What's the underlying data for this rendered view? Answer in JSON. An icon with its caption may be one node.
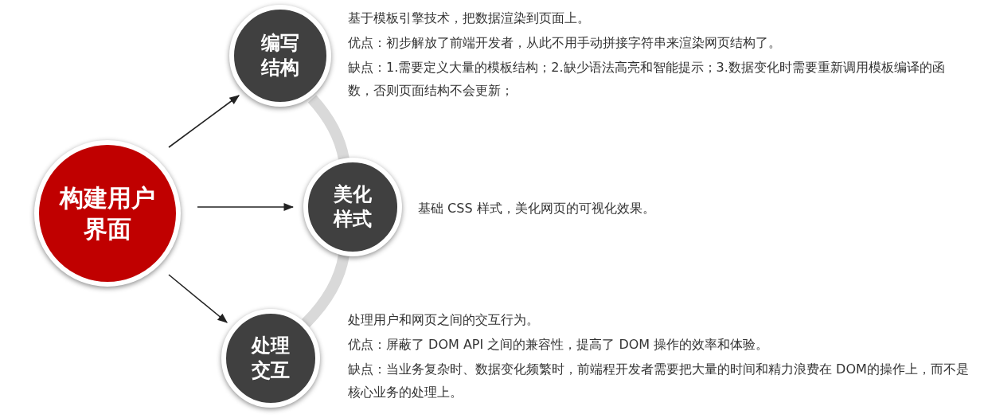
{
  "diagram": {
    "nodes": [
      {
        "text": [
          "构建用户界面"
        ]
      },
      {
        "text": [
          "编写结构"
        ],
        "beside": [
          "基于模板引擎技术，把数据渲染到页面上。",
          "优点：初步解放了前端开发者，从此不用手动拼接字符串来渲染网页结构了。",
          "缺点：1.需要定义大量的模板结构；2.缺少语法高亮和智能提示；3.数据变化时需要重新调用模板编译的函数，否则页面结构不会更新；"
        ]
      },
      {
        "text": [
          "美化样式"
        ],
        "beside": [
          "基础 CSS 样式，美化网页的可视化效果。"
        ]
      },
      {
        "text": [
          "处理交互"
        ],
        "beside": [
          "处理用户和网页之间的交互行为。",
          "优点：屏蔽了 DOM API 之间的兼容性，提高了 DOM 操作的效率和体验。",
          "缺点：当业务复杂时、数据变化频繁时，前端程开发者需要把大量的时间和精力浪费在 DOM的操作上，而不是核心业务的处理上。"
        ]
      }
    ],
    "edges": [
      {
        "from": 0,
        "to": 1,
        "arrow": "to"
      },
      {
        "from": 0,
        "to": 2,
        "arrow": "to"
      },
      {
        "from": 0,
        "to": 3,
        "arrow": "to"
      },
      {
        "from": 1,
        "to": 2,
        "arrow": "none",
        "style": "thick",
        "color": "#d9d9d9"
      },
      {
        "from": 2,
        "to": 3,
        "arrow": "none",
        "style": "thick",
        "color": "#d9d9d9"
      }
    ]
  }
}
